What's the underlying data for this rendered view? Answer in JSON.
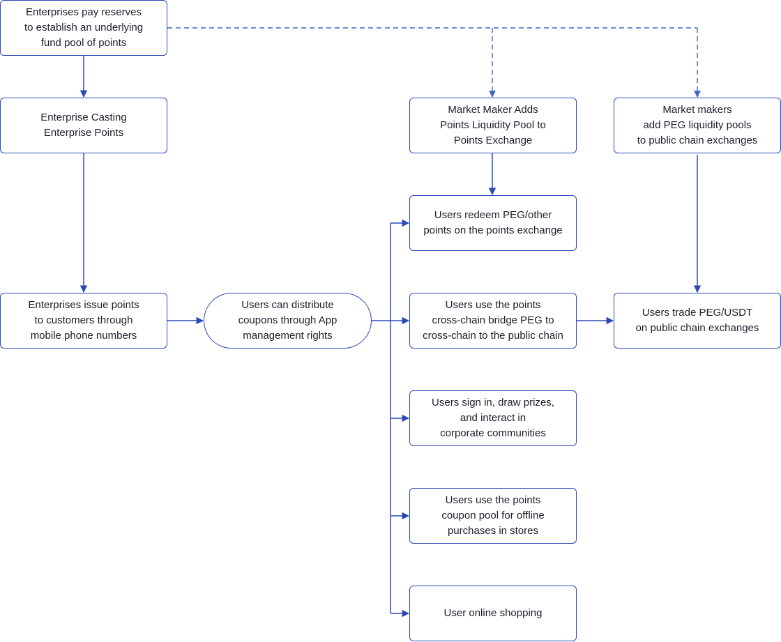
{
  "nodes": {
    "reserves": "Enterprises pay reserves\nto establish an underlying\nfund pool of points",
    "casting": "Enterprise Casting\nEnterprise Points",
    "issue": "Enterprises issue points\nto customers through\nmobile phone numbers",
    "distribute": "Users can distribute\ncoupons through App\nmanagement rights",
    "mm_points": "Market Maker Adds\nPoints Liquidity Pool to\nPoints Exchange",
    "mm_peg": "Market makers\nadd PEG liquidity pools\nto public chain exchanges",
    "redeem": "Users redeem PEG/other\npoints on the points exchange",
    "bridge": "Users use the points\ncross-chain bridge PEG to\ncross-chain to the public chain",
    "trade": "Users trade PEG/USDT\non public chain exchanges",
    "signin": "Users sign in, draw prizes,\nand interact in\ncorporate communities",
    "offline": "Users use the points\ncoupon pool for offline\npurchases in stores",
    "online": "User online shopping"
  },
  "colors": {
    "line": "#2b49b5",
    "dashed": "#3f67c4",
    "text": "#1b1f2c"
  }
}
